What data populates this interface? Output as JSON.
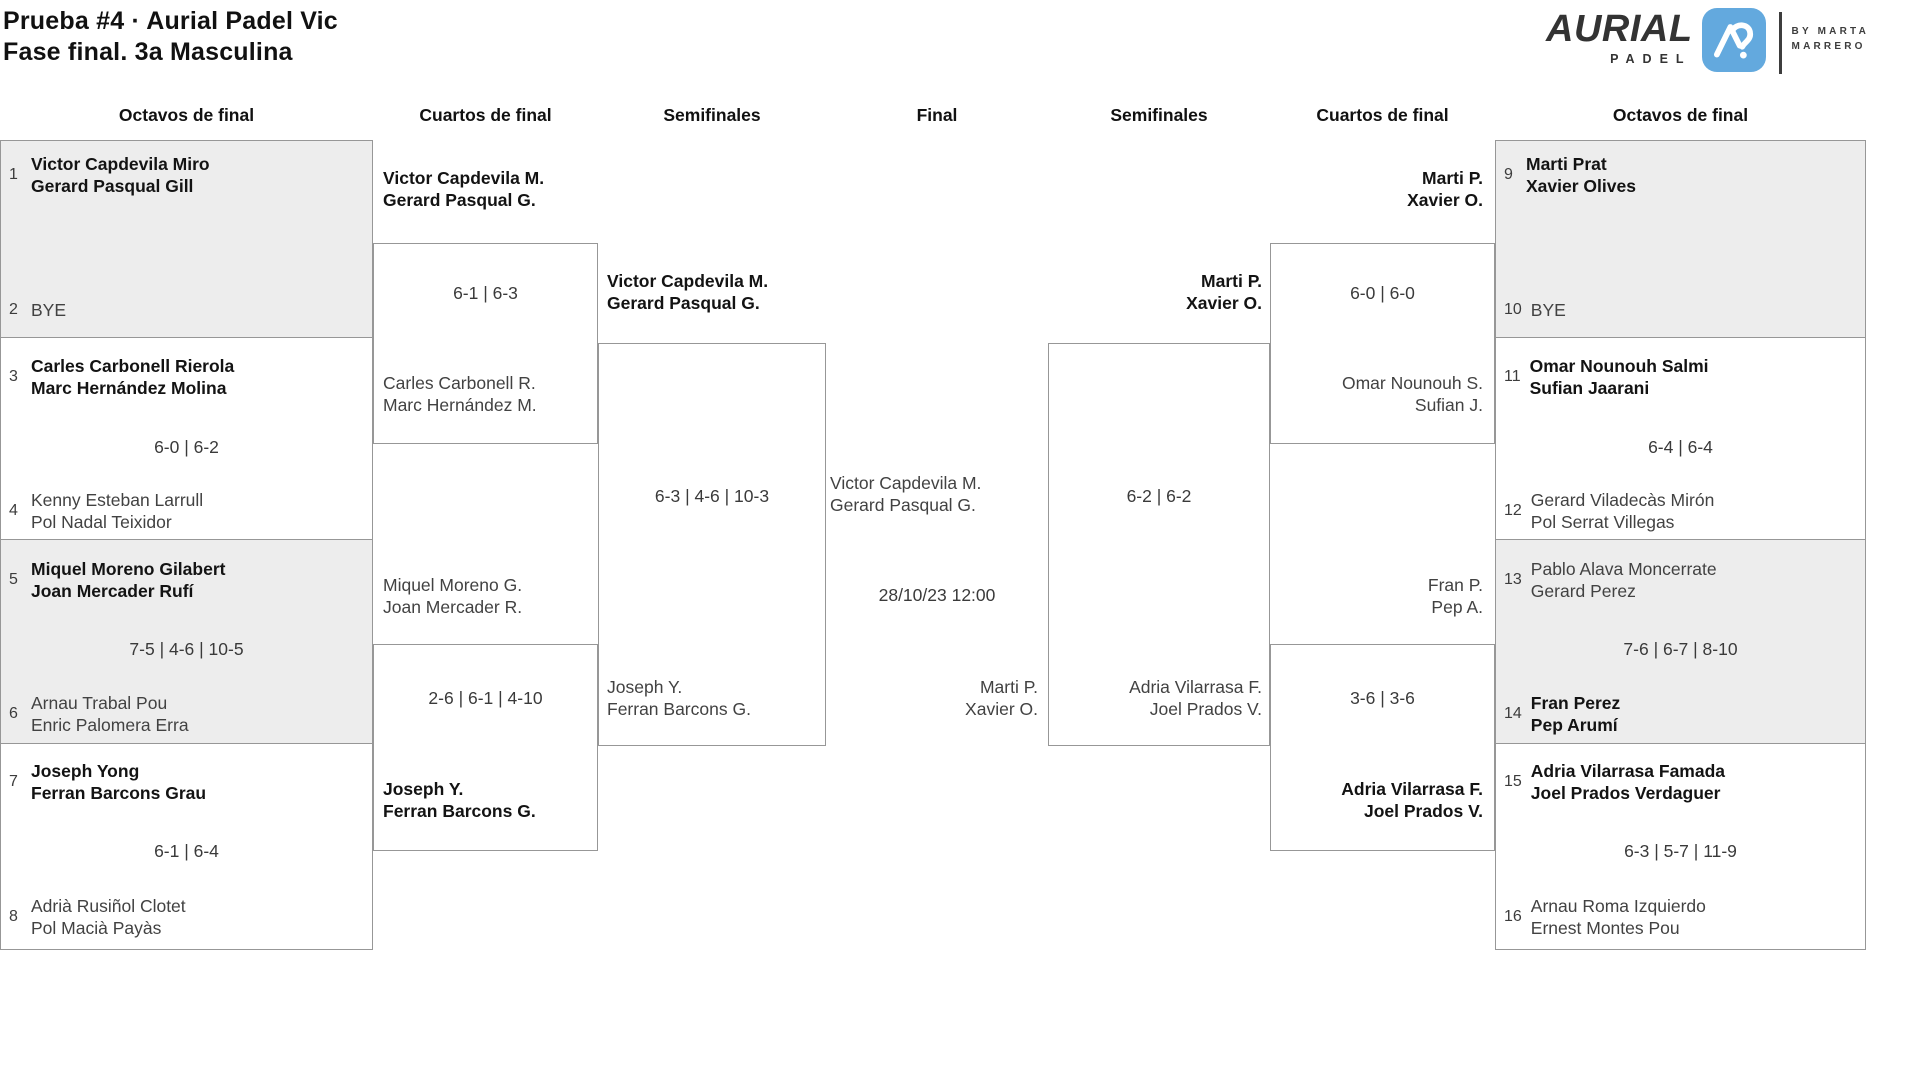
{
  "page": {
    "title_line1": "Prueba #4 · Aurial Padel Vic",
    "title_line2": "Fase final. 3a Masculina"
  },
  "logo": {
    "brand": "AURIAL",
    "brand_sub": "PADEL",
    "byline1": "BY MARTA",
    "byline2": "MARRERO",
    "icon_bg": "#63a9de"
  },
  "round_headers": {
    "l_oct": "Octavos de final",
    "l_cua": "Cuartos de final",
    "l_semi": "Semifinales",
    "final": "Final",
    "r_semi": "Semifinales",
    "r_cua": "Cuartos de final",
    "r_oct": "Octavos de final"
  },
  "octavos_left": [
    {
      "seed_top": "1",
      "team_top": [
        "Victor Capdevila Miro",
        "Gerard Pasqual Gill"
      ],
      "winner_top": true,
      "score": "",
      "seed_bottom": "2",
      "team_bottom": [
        "BYE"
      ],
      "winner_bottom": false
    },
    {
      "seed_top": "3",
      "team_top": [
        "Carles Carbonell Rierola",
        "Marc Hernández Molina"
      ],
      "winner_top": true,
      "score": "6-0 | 6-2",
      "seed_bottom": "4",
      "team_bottom": [
        "Kenny Esteban Larrull",
        "Pol Nadal Teixidor"
      ],
      "winner_bottom": false
    },
    {
      "seed_top": "5",
      "team_top": [
        "Miquel Moreno Gilabert",
        "Joan Mercader Rufí"
      ],
      "winner_top": true,
      "score": "7-5 | 4-6 | 10-5",
      "seed_bottom": "6",
      "team_bottom": [
        "Arnau Trabal Pou",
        "Enric Palomera Erra"
      ],
      "winner_bottom": false
    },
    {
      "seed_top": "7",
      "team_top": [
        "Joseph Yong",
        "Ferran Barcons Grau"
      ],
      "winner_top": true,
      "score": "6-1 | 6-4",
      "seed_bottom": "8",
      "team_bottom": [
        "Adrià Rusiñol Clotet",
        "Pol Macià Payàs"
      ],
      "winner_bottom": false
    }
  ],
  "cuartos_left": [
    {
      "team_top": [
        "Victor Capdevila M.",
        "Gerard Pasqual G."
      ],
      "winner_top": true,
      "score": "6-1 | 6-3",
      "team_bottom": [
        "Carles Carbonell R.",
        "Marc Hernández M."
      ],
      "winner_bottom": false
    },
    {
      "team_top": [
        "Miquel Moreno G.",
        "Joan Mercader R."
      ],
      "winner_top": false,
      "score": "2-6 | 6-1 | 4-10",
      "team_bottom": [
        "Joseph Y.",
        "Ferran Barcons G."
      ],
      "winner_bottom": true
    }
  ],
  "semis_left": {
    "team_top": [
      "Victor Capdevila M.",
      "Gerard Pasqual G."
    ],
    "winner_top": true,
    "score": "6-3 | 4-6 | 10-3",
    "team_bottom": [
      "Joseph Y.",
      "Ferran Barcons G."
    ],
    "winner_bottom": false
  },
  "final": {
    "team_left": [
      "Victor Capdevila M.",
      "Gerard Pasqual G."
    ],
    "datetime": "28/10/23 12:00",
    "team_right": [
      "Marti P.",
      "Xavier O."
    ]
  },
  "semis_right": {
    "team_top": [
      "Marti P.",
      "Xavier O."
    ],
    "winner_top": true,
    "score": "6-2 | 6-2",
    "team_bottom": [
      "Adria Vilarrasa F.",
      "Joel Prados V."
    ],
    "winner_bottom": false
  },
  "cuartos_right": [
    {
      "team_top": [
        "Marti P.",
        "Xavier O."
      ],
      "winner_top": true,
      "score": "6-0 | 6-0",
      "team_bottom": [
        "Omar Nounouh S.",
        "Sufian J."
      ],
      "winner_bottom": false
    },
    {
      "team_top": [
        "Fran P.",
        "Pep A."
      ],
      "winner_top": false,
      "score": "3-6 | 3-6",
      "team_bottom": [
        "Adria Vilarrasa F.",
        "Joel Prados V."
      ],
      "winner_bottom": true
    }
  ],
  "octavos_right": [
    {
      "seed_top": "9",
      "team_top": [
        "Marti Prat",
        "Xavier Olives"
      ],
      "winner_top": true,
      "score": "",
      "seed_bottom": "10",
      "team_bottom": [
        "BYE"
      ],
      "winner_bottom": false
    },
    {
      "seed_top": "11",
      "team_top": [
        "Omar Nounouh Salmi",
        "Sufian Jaarani"
      ],
      "winner_top": true,
      "score": "6-4 | 6-4",
      "seed_bottom": "12",
      "team_bottom": [
        "Gerard Viladecàs Mirón",
        "Pol Serrat Villegas"
      ],
      "winner_bottom": false
    },
    {
      "seed_top": "13",
      "team_top": [
        "Pablo Alava Moncerrate",
        "Gerard Perez"
      ],
      "winner_top": false,
      "score": "7-6 | 6-7 | 8-10",
      "seed_bottom": "14",
      "team_bottom": [
        "Fran Perez",
        "Pep Arumí"
      ],
      "winner_bottom": true
    },
    {
      "seed_top": "15",
      "team_top": [
        "Adria Vilarrasa Famada",
        "Joel Prados Verdaguer"
      ],
      "winner_top": true,
      "score": "6-3 | 5-7 | 11-9",
      "seed_bottom": "16",
      "team_bottom": [
        "Arnau Roma Izquierdo",
        "Ernest Montes Pou"
      ],
      "winner_bottom": false
    }
  ]
}
